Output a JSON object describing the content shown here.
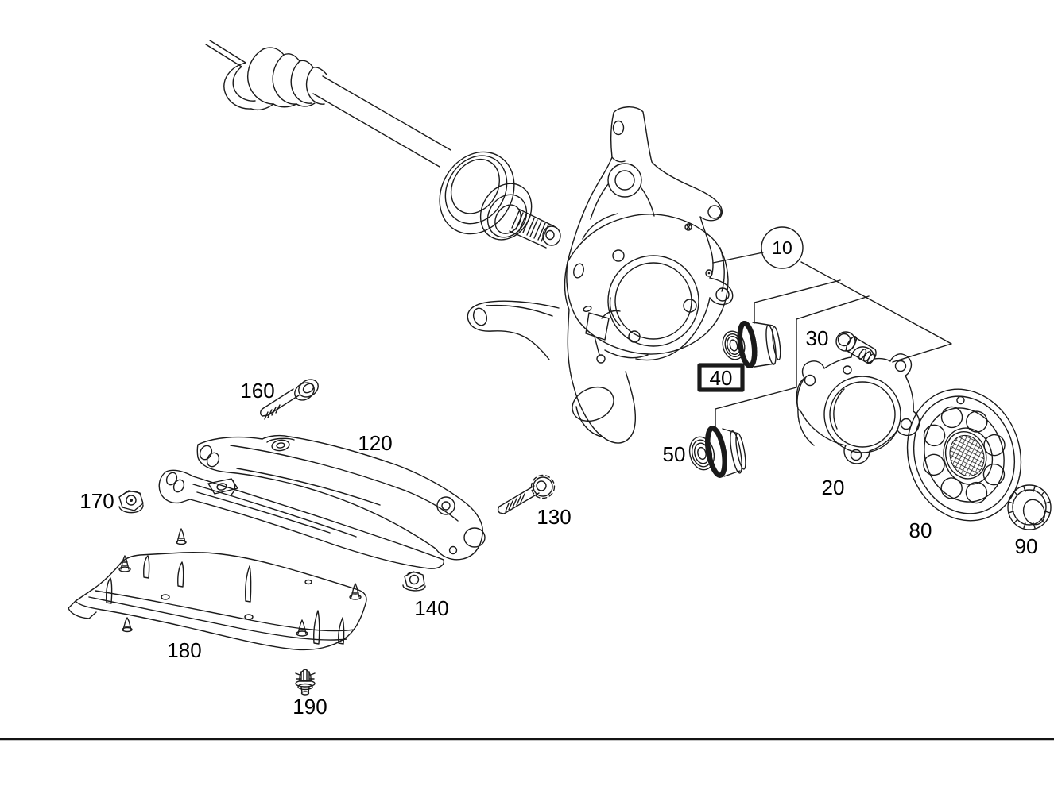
{
  "diagram": {
    "type": "exploded-parts-line-drawing",
    "background_color": "#ffffff",
    "line_color": "#1a1a1a",
    "highlight_color": "#e60000",
    "has_bottom_rule": true,
    "callouts": [
      {
        "id": "10",
        "style": "circle",
        "highlighted": false
      },
      {
        "id": "20",
        "style": "plain",
        "highlighted": false
      },
      {
        "id": "30",
        "style": "plain",
        "highlighted": false
      },
      {
        "id": "40",
        "style": "boxed",
        "highlighted": true
      },
      {
        "id": "50",
        "style": "plain",
        "highlighted": false
      },
      {
        "id": "80",
        "style": "plain",
        "highlighted": false
      },
      {
        "id": "90",
        "style": "plain",
        "highlighted": false
      },
      {
        "id": "120",
        "style": "plain",
        "highlighted": false
      },
      {
        "id": "130",
        "style": "plain",
        "highlighted": false
      },
      {
        "id": "140",
        "style": "plain",
        "highlighted": false
      },
      {
        "id": "160",
        "style": "plain",
        "highlighted": false
      },
      {
        "id": "170",
        "style": "plain",
        "highlighted": false
      },
      {
        "id": "180",
        "style": "plain",
        "highlighted": false
      },
      {
        "id": "190",
        "style": "plain",
        "highlighted": false
      }
    ]
  }
}
